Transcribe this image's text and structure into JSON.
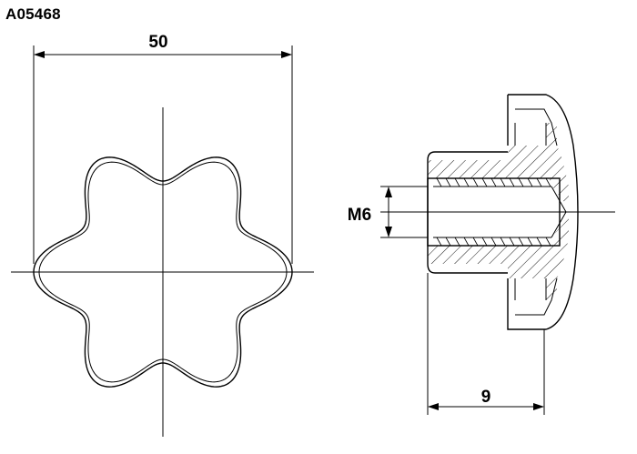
{
  "part_number": "A05468",
  "dimensions": {
    "overall_width": "50",
    "thread": "M6",
    "insert_depth": "9"
  }
}
